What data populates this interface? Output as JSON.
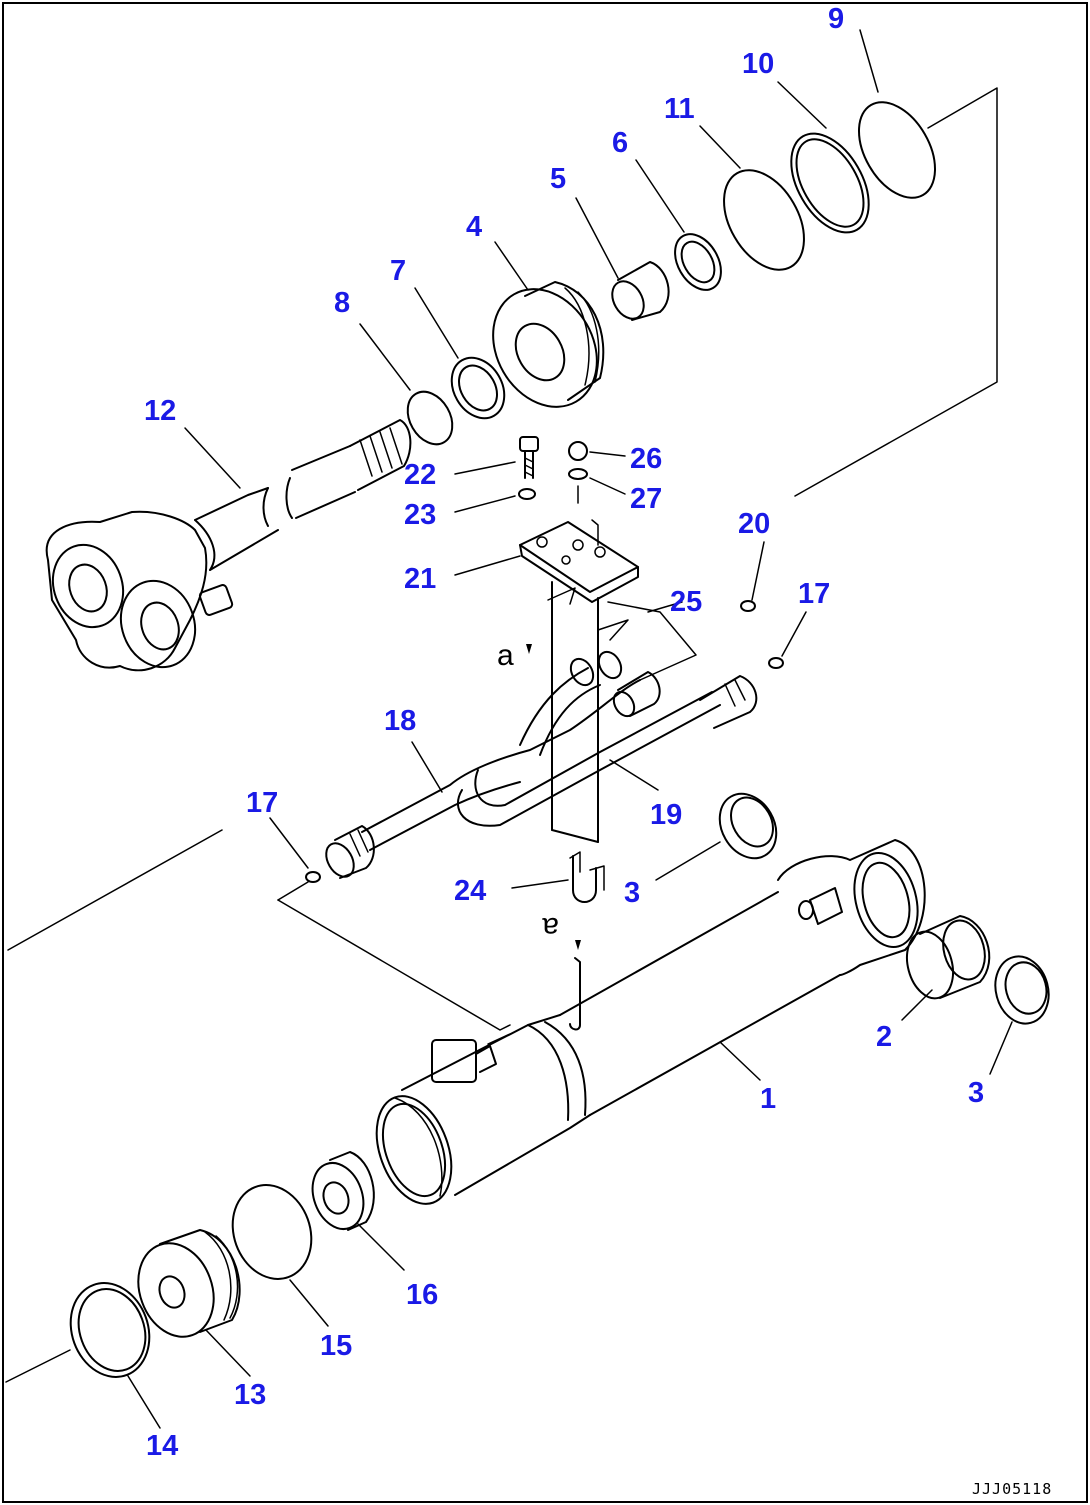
{
  "part_numbers": {
    "p1": "1",
    "p2": "2",
    "p3a": "3",
    "p3b": "3",
    "p4": "4",
    "p5": "5",
    "p6": "6",
    "p7": "7",
    "p8": "8",
    "p9": "9",
    "p10": "10",
    "p11": "11",
    "p12": "12",
    "p13": "13",
    "p14": "14",
    "p15": "15",
    "p16": "16",
    "p17a": "17",
    "p17b": "17",
    "p18": "18",
    "p19": "19",
    "p20": "20",
    "p21": "21",
    "p22": "22",
    "p23": "23",
    "p24": "24",
    "p25": "25",
    "p26": "26",
    "p27": "27"
  },
  "markers": {
    "a_top": "a",
    "a_bottom": "a"
  },
  "drawing_code": "JJJ05118"
}
